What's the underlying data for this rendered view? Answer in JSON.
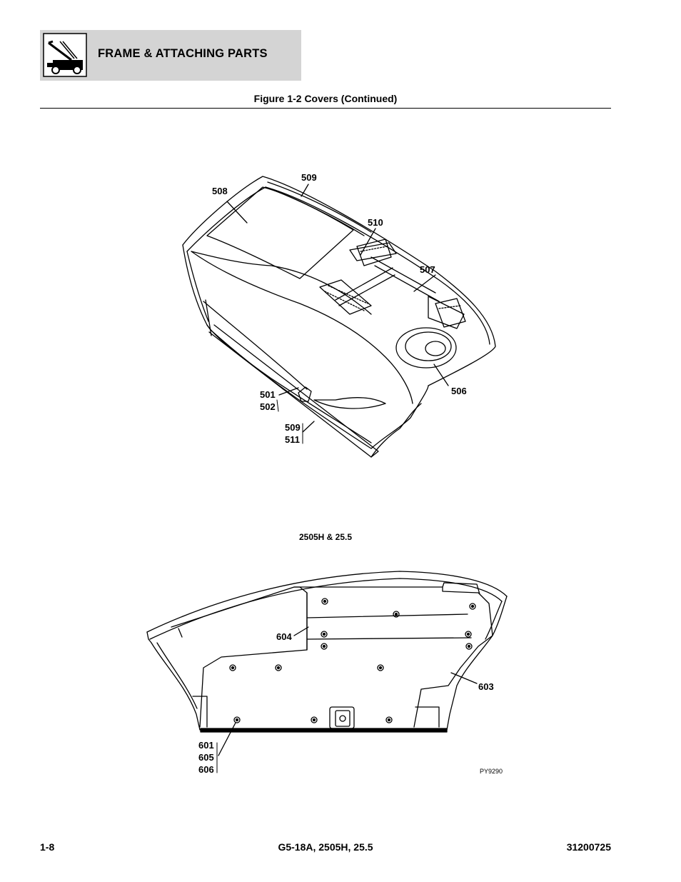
{
  "header": {
    "section_title": "FRAME & ATTACHING PARTS",
    "icon": "scissor-lift-icon"
  },
  "figure": {
    "title": "Figure 1-2 Covers (Continued)",
    "variant_label": "2505H & 25.5",
    "drawing_id": "PY9290"
  },
  "callouts_top": {
    "c508": "508",
    "c509a": "509",
    "c510": "510",
    "c507": "507",
    "c506": "506",
    "c501": "501",
    "c502": "502",
    "c509b": "509",
    "c511": "511"
  },
  "callouts_bottom": {
    "c604": "604",
    "c603": "603",
    "c601": "601",
    "c605": "605",
    "c606": "606"
  },
  "footer": {
    "page_number": "1-8",
    "models": "G5-18A, 2505H, 25.5",
    "doc_number": "31200725"
  }
}
